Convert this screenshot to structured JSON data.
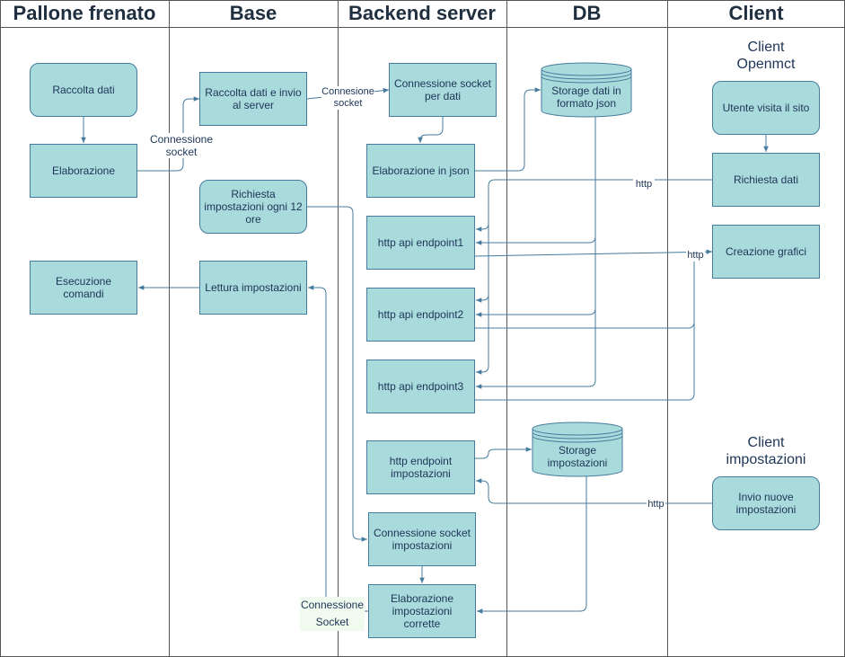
{
  "lanes": [
    "Pallone frenato",
    "Base",
    "Backend server",
    "DB",
    "Client"
  ],
  "notes": {
    "client_openmct": "Client\nOpenmct",
    "client_impostazioni": "Client\nimpostazioni"
  },
  "nodes": {
    "raccolta_dati": "Raccolta dati",
    "elaborazione": "Elaborazione",
    "esecuzione_comandi": "Esecuzione comandi",
    "raccolta_invio": "Raccolta dati e invio al server",
    "richiesta_impostazioni": "Richiesta impostazioni ogni 12 ore",
    "lettura_impostazioni": "Lettura impostazioni",
    "connessione_socket_dati": "Connessione socket per dati",
    "elaborazione_json": "Elaborazione in json",
    "endpoint1": "http api endpoint1",
    "endpoint2": "http api endpoint2",
    "endpoint3": "http api endpoint3",
    "endpoint_impostazioni": "http endpoint impostazioni",
    "connessione_socket_impostazioni": "Connessione socket impostazioni",
    "elaborazione_impostazioni": "Elaborazione impostazioni corrette",
    "storage_json": "Storage dati in formato json",
    "storage_impostazioni": "Storage impostazioni",
    "utente_visita": "Utente visita il sito",
    "richiesta_dati": "Richiesta dati",
    "creazione_grafici": "Creazione grafici",
    "invio_impostazioni": "Invio nuove impostazioni"
  },
  "edge_labels": {
    "connessione_socket_left": "Connessione\nsocket",
    "conn_socket_mid": "Connesione\nsocket",
    "http_richiesta": "http",
    "http_grafici": "http",
    "http_invio": "http",
    "connessione_socket_bottom": "Connessione\nSocket"
  },
  "colors": {
    "node_fill": "#a9dadc",
    "node_stroke": "#457b9d",
    "text": "#1d3557",
    "lane_line": "#555555"
  }
}
